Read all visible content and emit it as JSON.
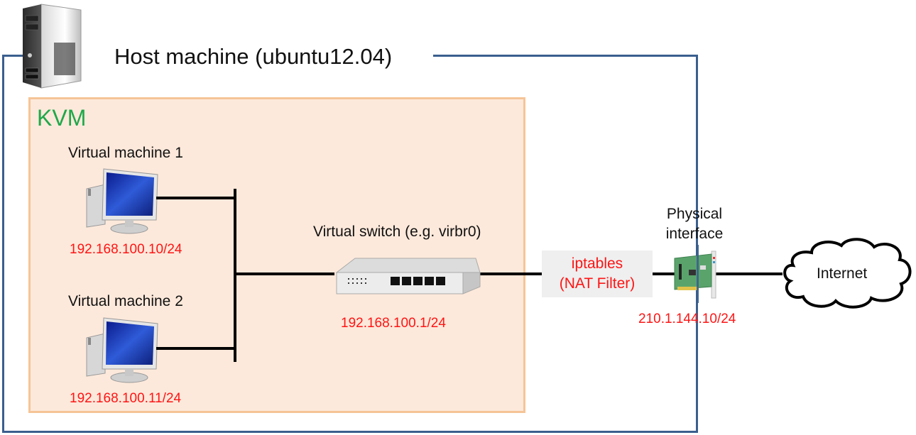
{
  "host": {
    "title": "Host machine (ubuntu12.04)",
    "icon": "server-tower-icon",
    "frame_color": "#3b5f8e"
  },
  "kvm": {
    "label": "KVM",
    "label_color": "#1fa84a",
    "box_fill": "#fde9db",
    "box_border": "#f6c497"
  },
  "vms": [
    {
      "name": "Virtual machine 1",
      "ip": "192.168.100.10/24",
      "icon": "computer-icon"
    },
    {
      "name": "Virtual machine 2",
      "ip": "192.168.100.11/24",
      "icon": "computer-icon"
    }
  ],
  "switch": {
    "name": "Virtual switch (e.g. virbr0)",
    "ip": "192.168.100.1/24",
    "icon": "network-switch-icon"
  },
  "iptables": {
    "line1": "iptables",
    "line2": "(NAT Filter)"
  },
  "physical_interface": {
    "line1": "Physical",
    "line2": "interface",
    "ip": "210.1.144.10/24",
    "icon": "network-card-icon"
  },
  "internet": {
    "label": "Internet",
    "icon": "cloud-icon"
  },
  "colors": {
    "ip_text": "#ff1414",
    "link_line": "#000000"
  }
}
